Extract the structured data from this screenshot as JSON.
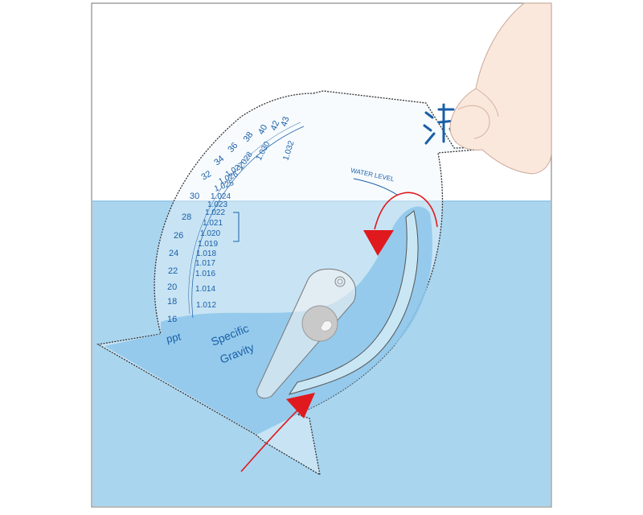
{
  "ppt_scale": {
    "unit_label": "ppt",
    "ticks": [
      "16",
      "18",
      "20",
      "22",
      "24",
      "26",
      "28",
      "30",
      "32",
      "34",
      "36",
      "38",
      "40",
      "42",
      "43"
    ]
  },
  "sg_scale": {
    "label_line1": "Specific",
    "label_line2": "Gravity",
    "ticks": [
      "1.012",
      "1.014",
      "1.016",
      "1.017",
      "1.018",
      "1.019",
      "1.020",
      "1.021",
      "1.022",
      "1.023",
      "1.024",
      "1.025",
      "1.026",
      "1.027",
      "1.028",
      "1.030",
      "1.032"
    ]
  },
  "water_level_label": "WATER LEVEL",
  "colors": {
    "water": "#a9d4ee",
    "scale_text": "#1a5fa8",
    "arrow": "#e0191f",
    "logo": "#1a5fa8"
  },
  "icons": [
    "finger-icon",
    "logo-mark-icon",
    "flow-arrow-icon"
  ]
}
